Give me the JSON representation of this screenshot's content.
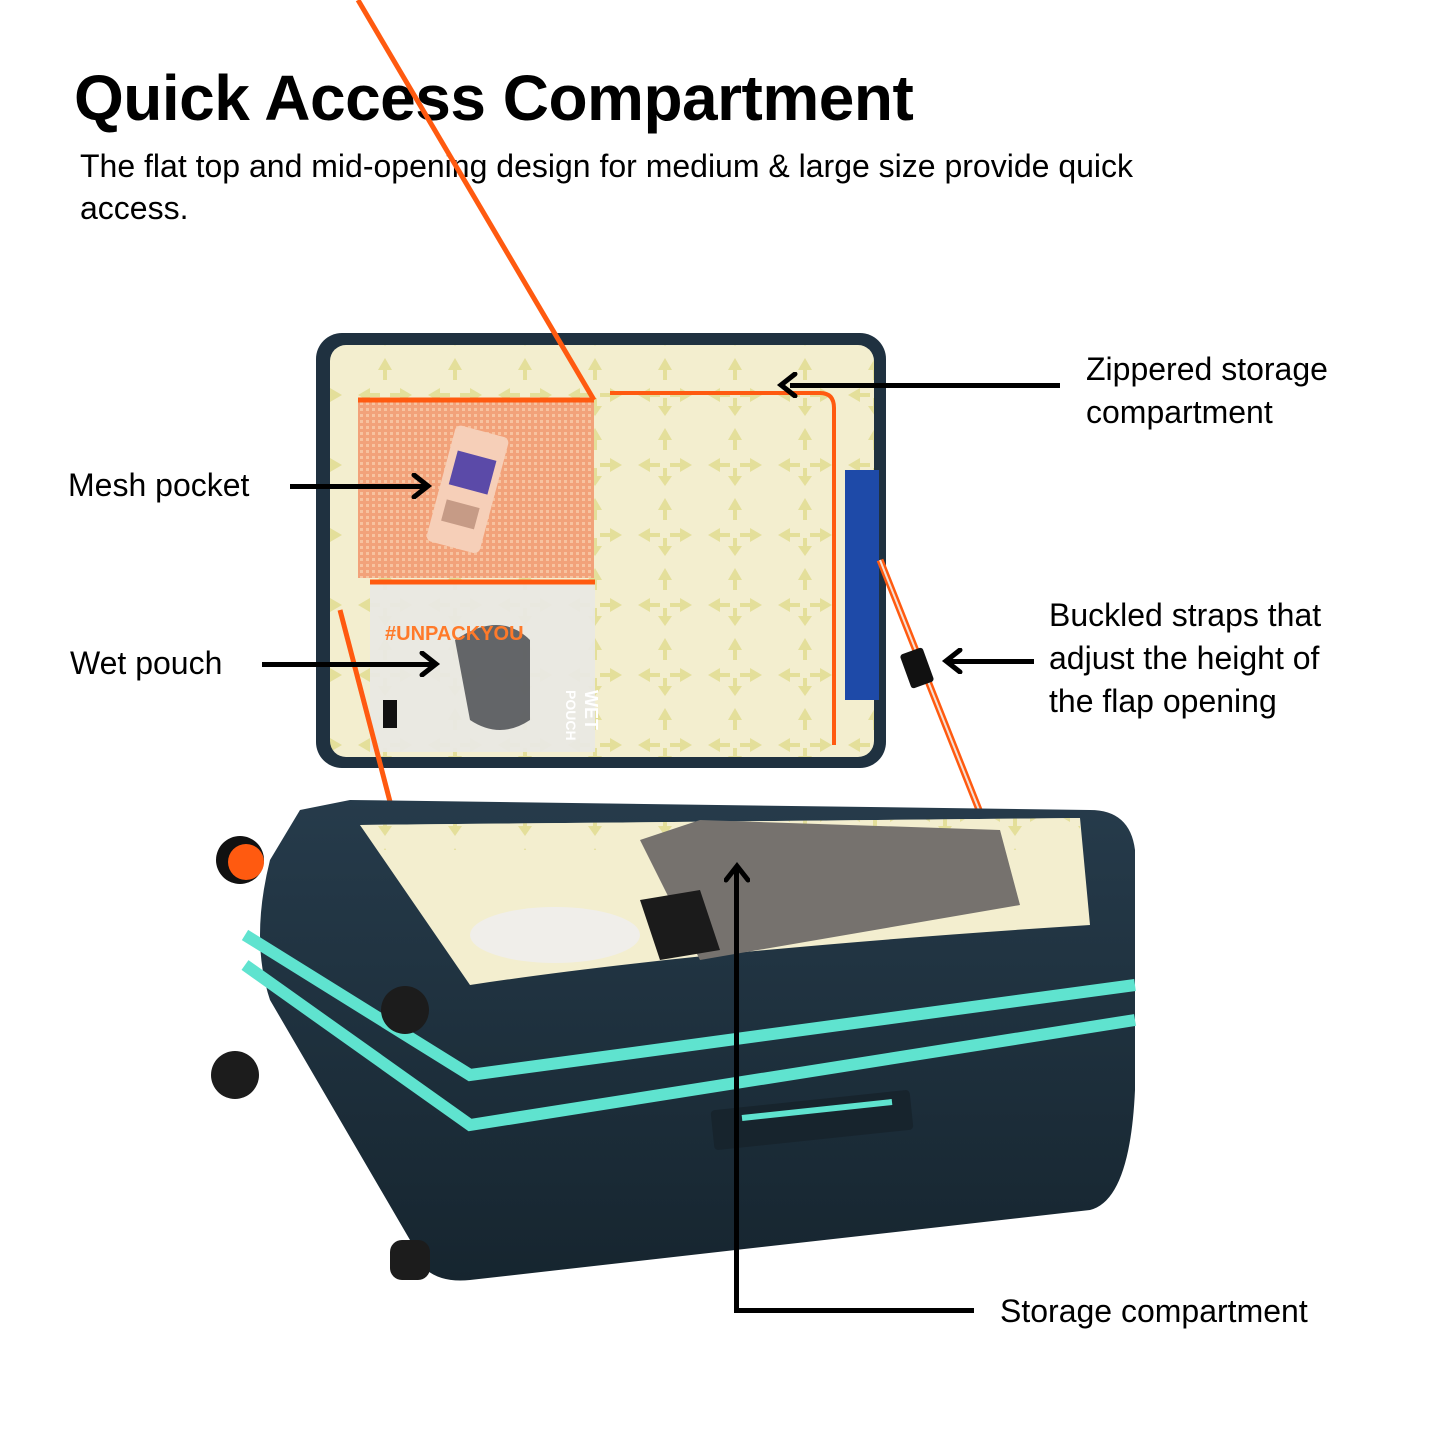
{
  "header": {
    "title": "Quick Access Compartment",
    "subtitle": "The flat top and mid-opening design for medium & large size provide quick access."
  },
  "callouts": [
    {
      "id": "zippered",
      "lines": [
        "Zippered storage",
        "compartment"
      ]
    },
    {
      "id": "mesh",
      "lines": [
        "Mesh pocket"
      ]
    },
    {
      "id": "wet",
      "lines": [
        "Wet pouch"
      ]
    },
    {
      "id": "buckled",
      "lines": [
        "Buckled straps that",
        "adjust the height of",
        "the flap opening"
      ]
    },
    {
      "id": "storage",
      "lines": [
        "Storage compartment"
      ]
    }
  ],
  "product_print": {
    "hashtag": "#UNPACKYOU",
    "pouch_label_1": "WET",
    "pouch_label_2": "POUCH"
  },
  "colors": {
    "shell": "#1f3140",
    "lining": "#f3eecf",
    "pattern": "#e4df9a",
    "zipper": "#ff5a10",
    "trim": "#5fe3cf",
    "mesh": "#f2a27a",
    "towel": "#1e4aa8"
  }
}
